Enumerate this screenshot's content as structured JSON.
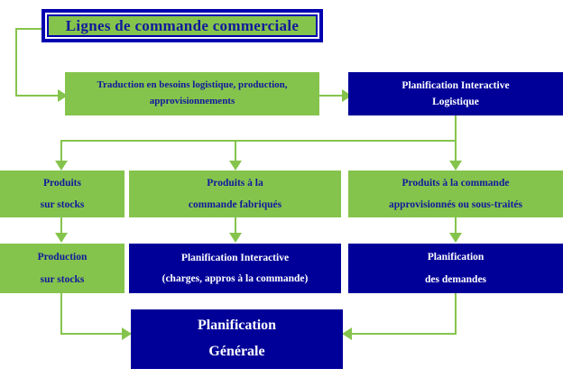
{
  "diagram": {
    "type": "flowchart",
    "title_box": {
      "label": "Lignes de commande commerciale"
    },
    "row2": [
      {
        "id": "traduction",
        "style": "green",
        "lines": [
          "Traduction en besoins logistique, production,",
          "approvisionnements"
        ]
      },
      {
        "id": "planif-interactive-logistique",
        "style": "blue",
        "lines": [
          "Planification Interactive",
          "Logistique"
        ]
      }
    ],
    "row3": [
      {
        "id": "produits-sur-stocks",
        "style": "green",
        "lines": [
          "Produits",
          "sur stocks"
        ]
      },
      {
        "id": "produits-commande-fabriques",
        "style": "green",
        "lines": [
          "Produits à  la",
          "commande fabriqués"
        ]
      },
      {
        "id": "produits-commande-approvisionnes",
        "style": "green",
        "lines": [
          "Produits à la commande",
          "approvisionnés ou sous-traités"
        ]
      }
    ],
    "row4": [
      {
        "id": "production-sur-stocks",
        "style": "green",
        "lines": [
          "Production",
          "sur stocks"
        ]
      },
      {
        "id": "planif-interactive-charges",
        "style": "blue",
        "lines": [
          "Planification Interactive",
          "(charges, appros à la commande)"
        ]
      },
      {
        "id": "planification-des-demandes",
        "style": "blue",
        "lines": [
          "Planification",
          "des demandes"
        ]
      }
    ],
    "row5": {
      "id": "planification-generale",
      "style": "blue",
      "lines": [
        "Planification",
        "Générale"
      ]
    },
    "colors": {
      "green_fill": "#85c44c",
      "blue_fill": "#000099",
      "blue_text": "#11199c",
      "white_text": "#ffffff",
      "connector": "#85c44c",
      "background": "#ffffff"
    }
  }
}
